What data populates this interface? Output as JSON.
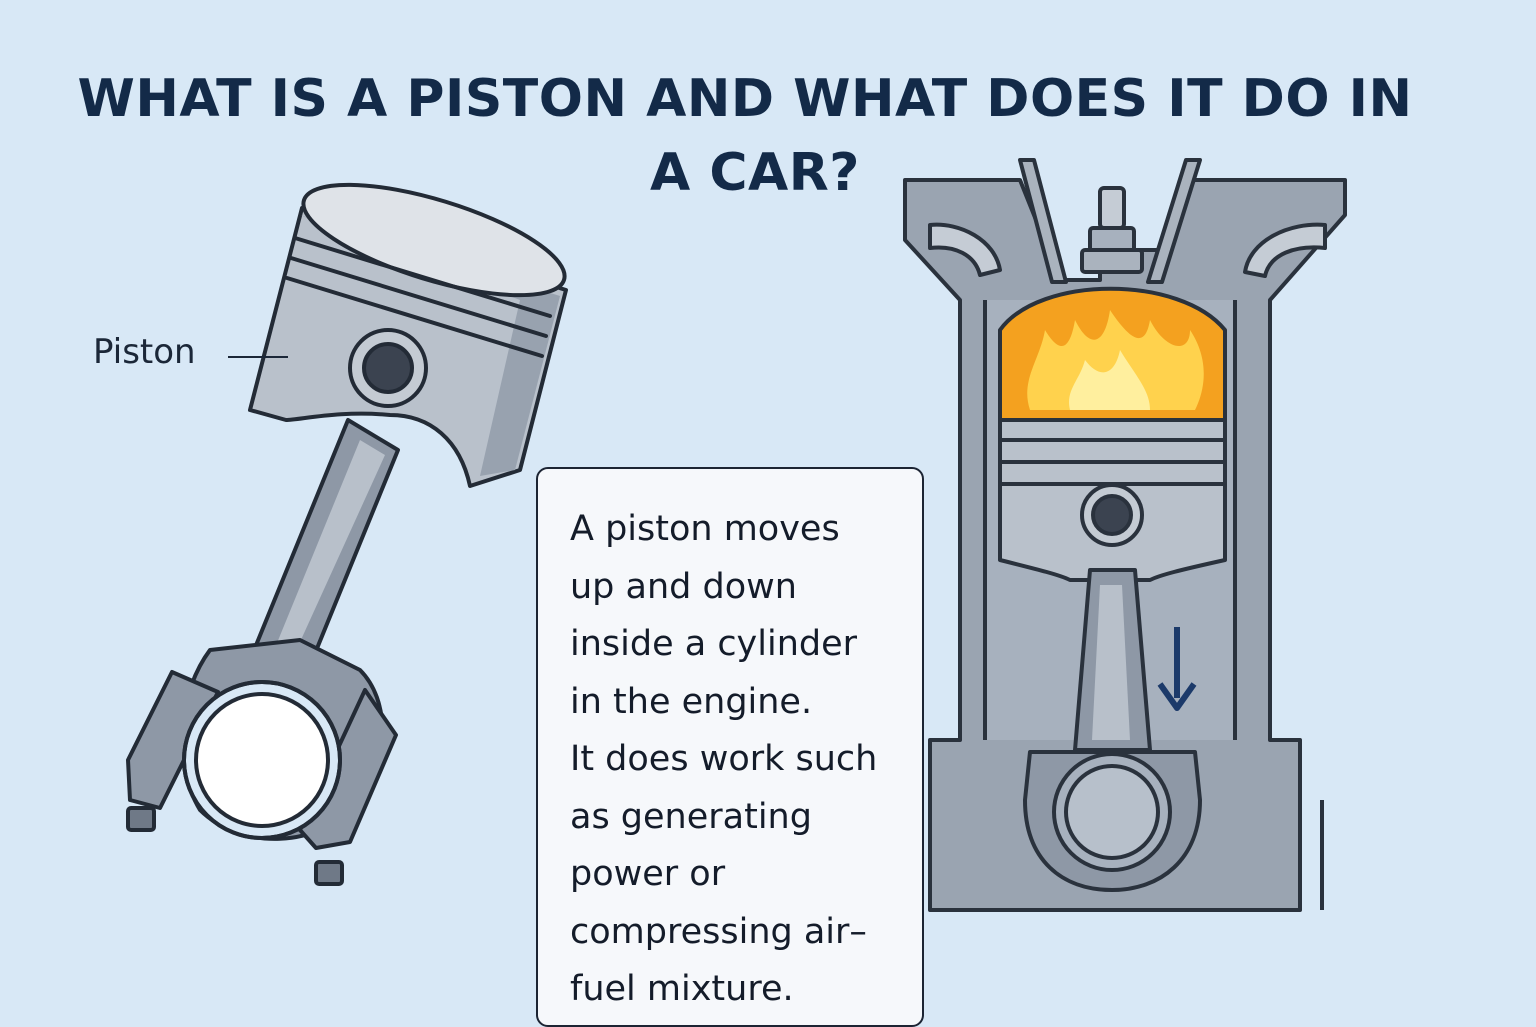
{
  "title": {
    "line1": "WHAT IS A PISTON AND WHAT DOES IT DO IN",
    "line2": "A CAR?"
  },
  "piston_label": "Piston",
  "explanation": {
    "lines": [
      "A piston moves",
      "up and down",
      "inside a cylinder",
      "in the engine.",
      "It does work such",
      "as generating",
      "power or",
      "compressing air–",
      "fuel mixture."
    ]
  },
  "colors": {
    "background": "#d8e8f6",
    "title": "#132a48",
    "metal": "#a9b3bf",
    "metal_dark": "#7c8796",
    "engine_block": "#96a0ad",
    "flame_outer": "#f4a11f",
    "flame_inner": "#ffe27a",
    "arrow": "#1c3a6a"
  },
  "icons": {
    "standalone_piston": "piston-with-connecting-rod",
    "engine": "engine-cylinder-cross-section",
    "direction": "arrow-down-icon"
  }
}
